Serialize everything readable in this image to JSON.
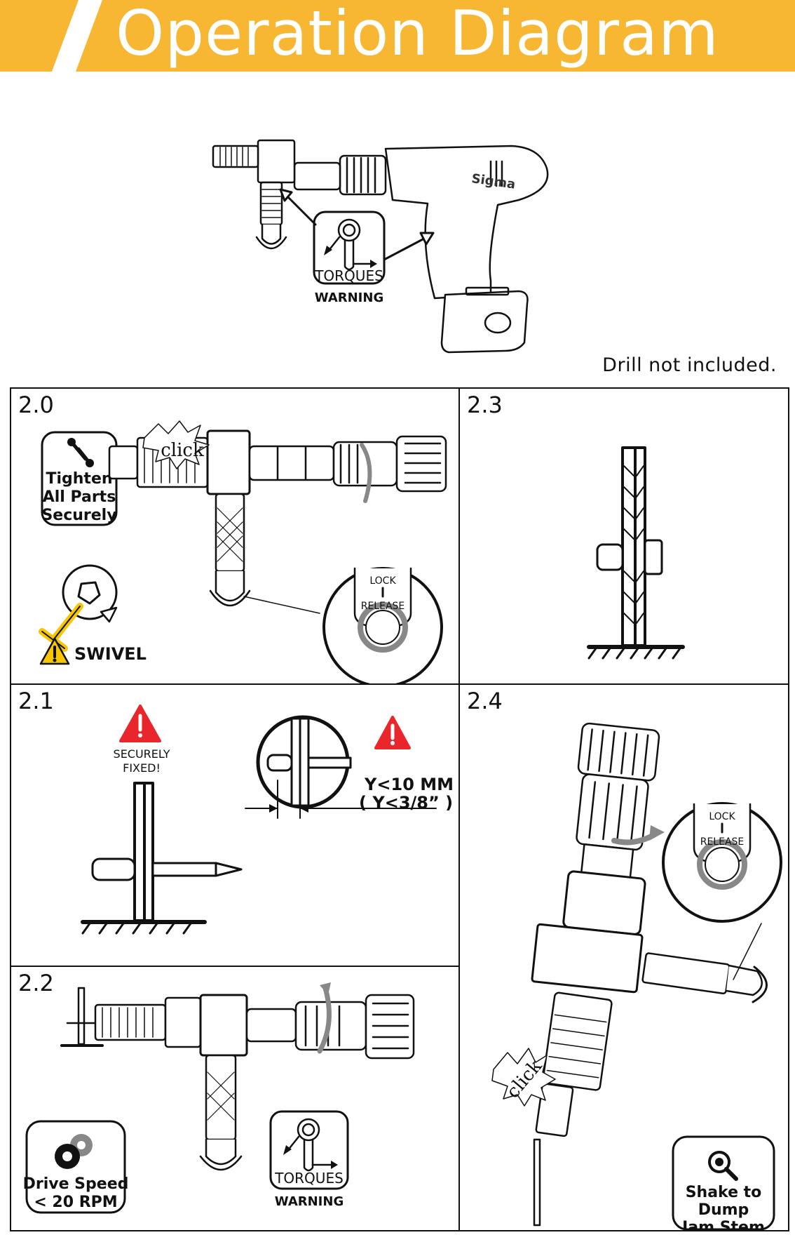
{
  "header": {
    "title": "Operation Diagram",
    "accent_color": "#F7B733"
  },
  "hero": {
    "brand": "Sigma",
    "torque_top": "TORQUES",
    "torque_bottom": "WARNING"
  },
  "note": "Drill not included.",
  "panels": {
    "p20": {
      "num": "2.0",
      "click": "click",
      "tighten": [
        "Tighten",
        "All Parts",
        "Securely"
      ],
      "swivel": "SWIVEL",
      "lock": "LOCK",
      "release": "RELEASE"
    },
    "p21": {
      "num": "2.1",
      "secure": [
        "SECURELY",
        "FIXED!"
      ],
      "y_mm": "Y<10 MM",
      "y_in": "( Y<3/8” )"
    },
    "p22": {
      "num": "2.2",
      "speed": [
        "Drive Speed",
        "< 20 RPM"
      ],
      "torque_top": "TORQUES",
      "torque_bottom": "WARNING"
    },
    "p23": {
      "num": "2.3"
    },
    "p24": {
      "num": "2.4",
      "lock": "LOCK",
      "release": "RELEASE",
      "click": "click",
      "shake": [
        "Shake to",
        "Dump",
        "Jam Stem"
      ]
    }
  },
  "colors": {
    "warning_red": "#E8262B",
    "caution_yellow": "#F7C600",
    "line": "#111111"
  }
}
